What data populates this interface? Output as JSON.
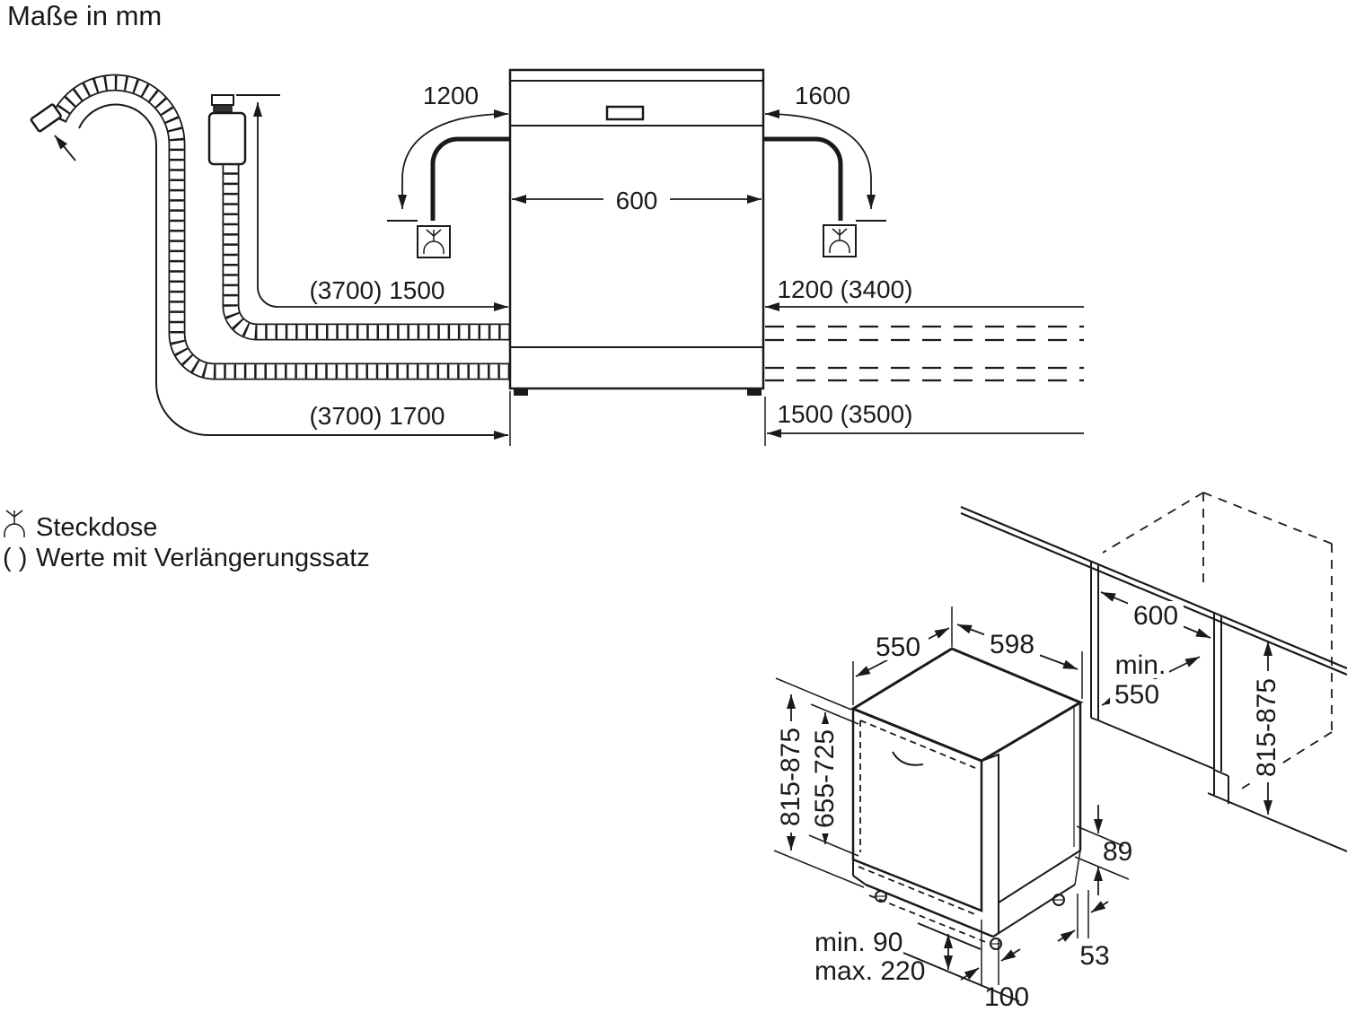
{
  "title": "Maße in mm",
  "front_view": {
    "cable_left": "1200",
    "cable_right": "1600",
    "width": "600",
    "supply_hose_left": "(3700) 1500",
    "supply_hose_right": "1200 (3400)",
    "drain_hose_left": "(3700) 1700",
    "drain_hose_right": "1500 (3500)"
  },
  "legend": {
    "socket_label": "Steckdose",
    "parentheses_symbol": "( )",
    "parentheses_label": "Werte mit Verlängerungssatz"
  },
  "install_view": {
    "depth": "550",
    "width": "598",
    "niche_width": "600",
    "niche_depth_line1": "min.",
    "niche_depth_line2": "550",
    "height_left": "815-875",
    "front_height": "655-725",
    "niche_height": "815-875",
    "base_rear_height": "89",
    "base_side_inset": "53",
    "plinth_min": "min. 90",
    "plinth_max": "max. 220",
    "plinth_depth": "100"
  },
  "colors": {
    "line": "#1a1a1a",
    "background": "#ffffff"
  }
}
